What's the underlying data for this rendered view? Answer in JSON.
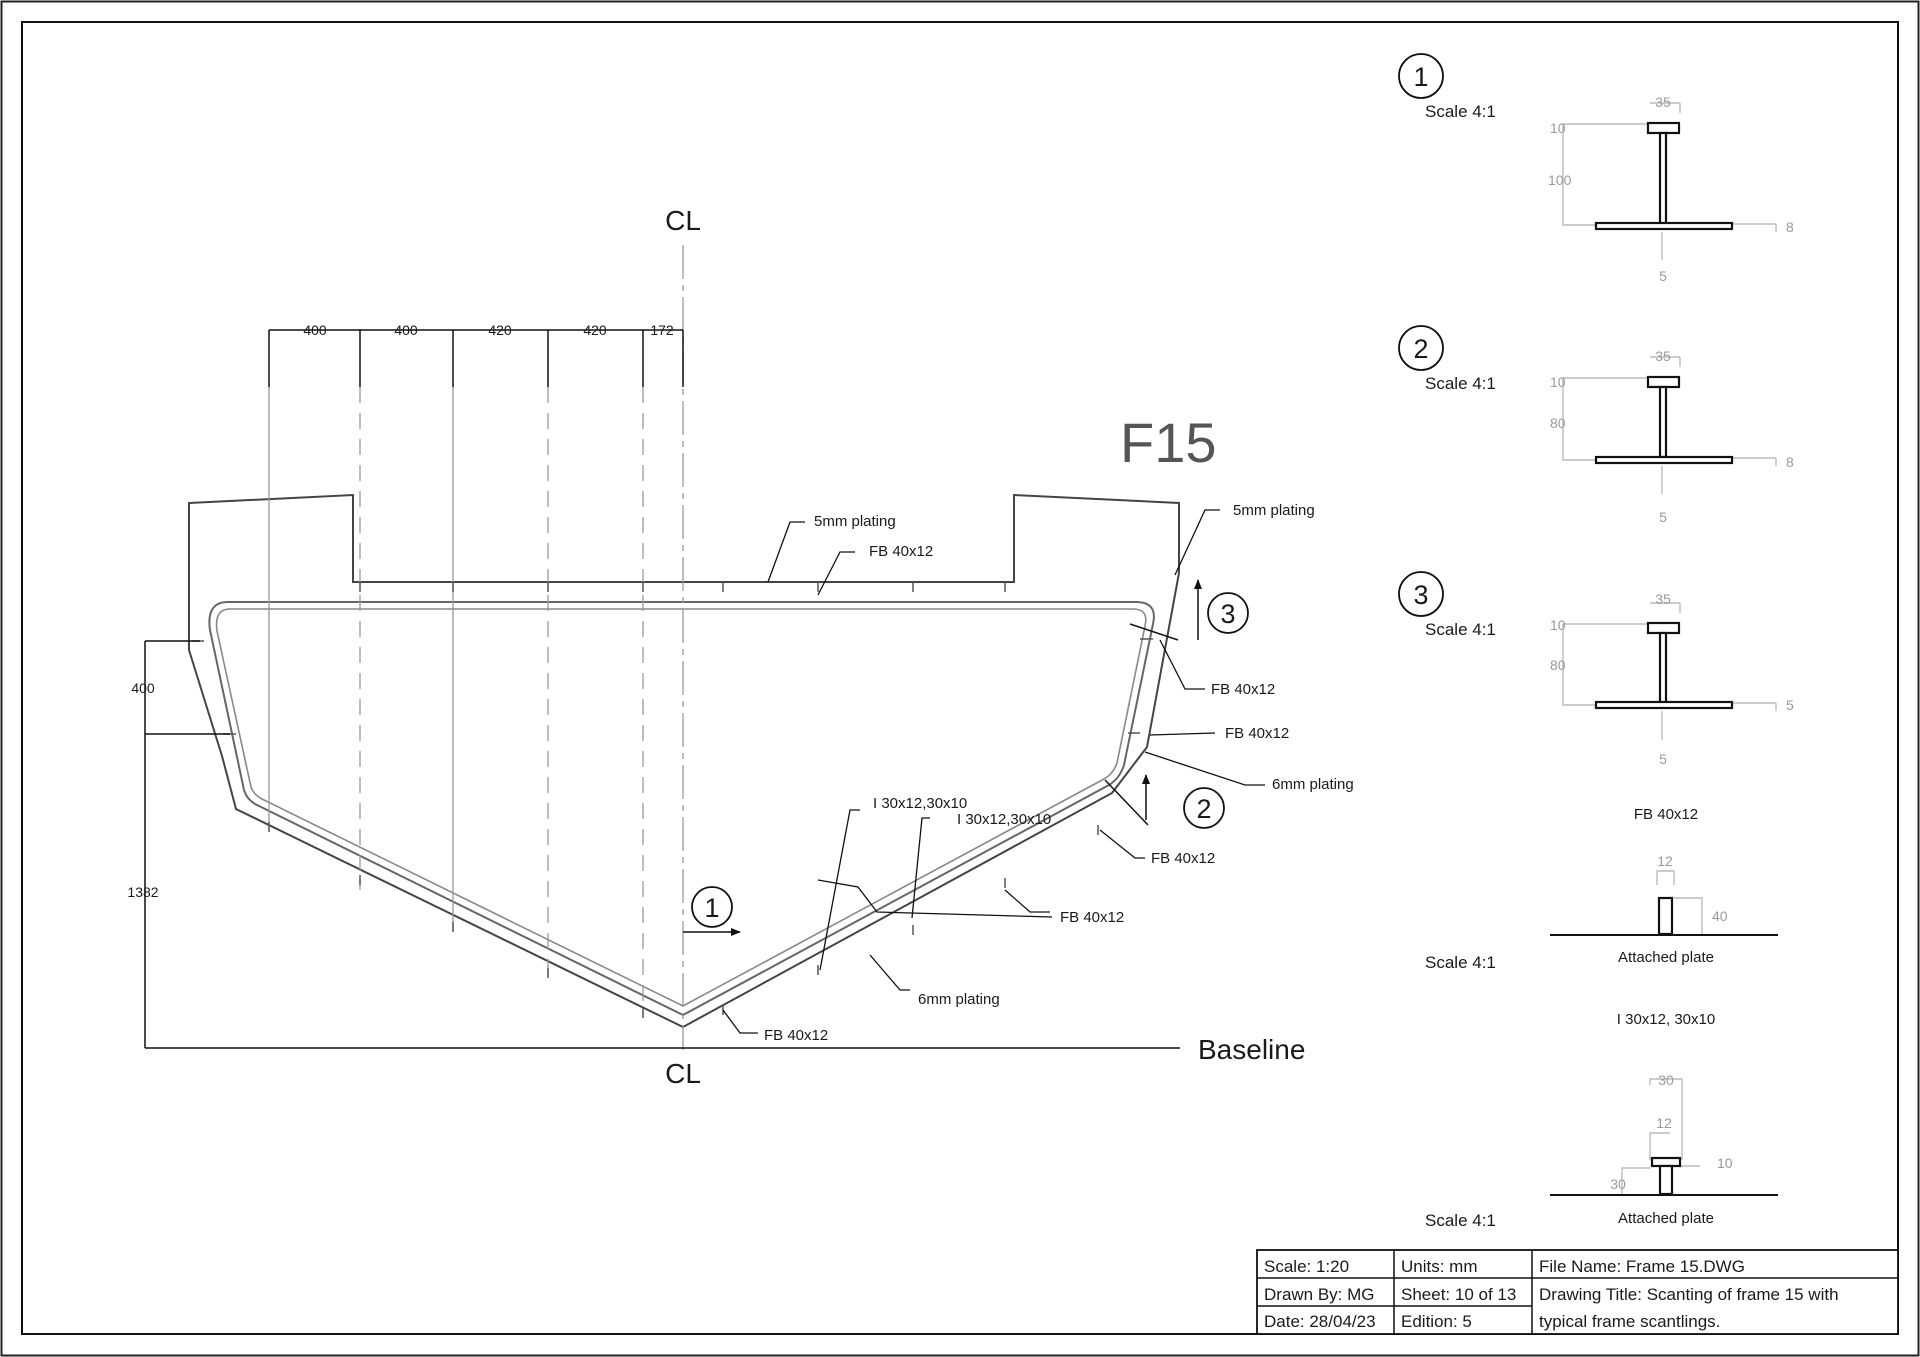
{
  "drawing": {
    "frame_id": "F15",
    "centerline_top": "CL",
    "centerline_bottom": "CL",
    "baseline": "Baseline",
    "dims_top": [
      "400",
      "400",
      "420",
      "420",
      "172"
    ],
    "dim_side": "400",
    "dim_height": "1382",
    "section_marks": [
      "1",
      "2",
      "3"
    ],
    "labels": {
      "deck_plating": "5mm plating",
      "deck_fb": "FB 40x12",
      "side_plating_top": "5mm plating",
      "fb_right_1": "FB 40x12",
      "fb_right_2": "FB 40x12",
      "side_plating_6mm": "6mm plating",
      "fb_bilge": "FB 40x12",
      "i_beam_1": "I 30x12,30x10",
      "i_beam_2": "I 30x12,30x10",
      "fb_bottom_right": "FB 40x12",
      "bottom_plating": "6mm plating",
      "fb_keel": "FB 40x12"
    }
  },
  "details": [
    {
      "number": "1",
      "scale": "Scale 4:1",
      "dims": [
        "35",
        "10",
        "100",
        "8",
        "5"
      ]
    },
    {
      "number": "2",
      "scale": "Scale 4:1",
      "dims": [
        "35",
        "10",
        "80",
        "8",
        "5"
      ]
    },
    {
      "number": "3",
      "scale": "Scale 4:1",
      "dims": [
        "35",
        "10",
        "80",
        "5",
        "5"
      ]
    }
  ],
  "fb_detail": {
    "title": "FB 40x12",
    "dims": [
      "12",
      "40"
    ],
    "caption": "Attached plate",
    "scale": "Scale 4:1"
  },
  "i_detail": {
    "title": "I 30x12, 30x10",
    "dims": [
      "30",
      "12",
      "10",
      "30"
    ],
    "caption": "Attached plate",
    "scale": "Scale 4:1"
  },
  "title_block": {
    "scale": "Scale: 1:20",
    "units": "Units: mm",
    "file_name": "File Name: Frame 15.DWG",
    "drawn_by": "Drawn By: MG",
    "sheet": "Sheet: 10 of 13",
    "title_line1": "Drawing Title: Scanting of frame 15 with",
    "title_line2": "typical frame scantlings.",
    "date": "Date: 28/04/23",
    "edition": "Edition: 5"
  }
}
